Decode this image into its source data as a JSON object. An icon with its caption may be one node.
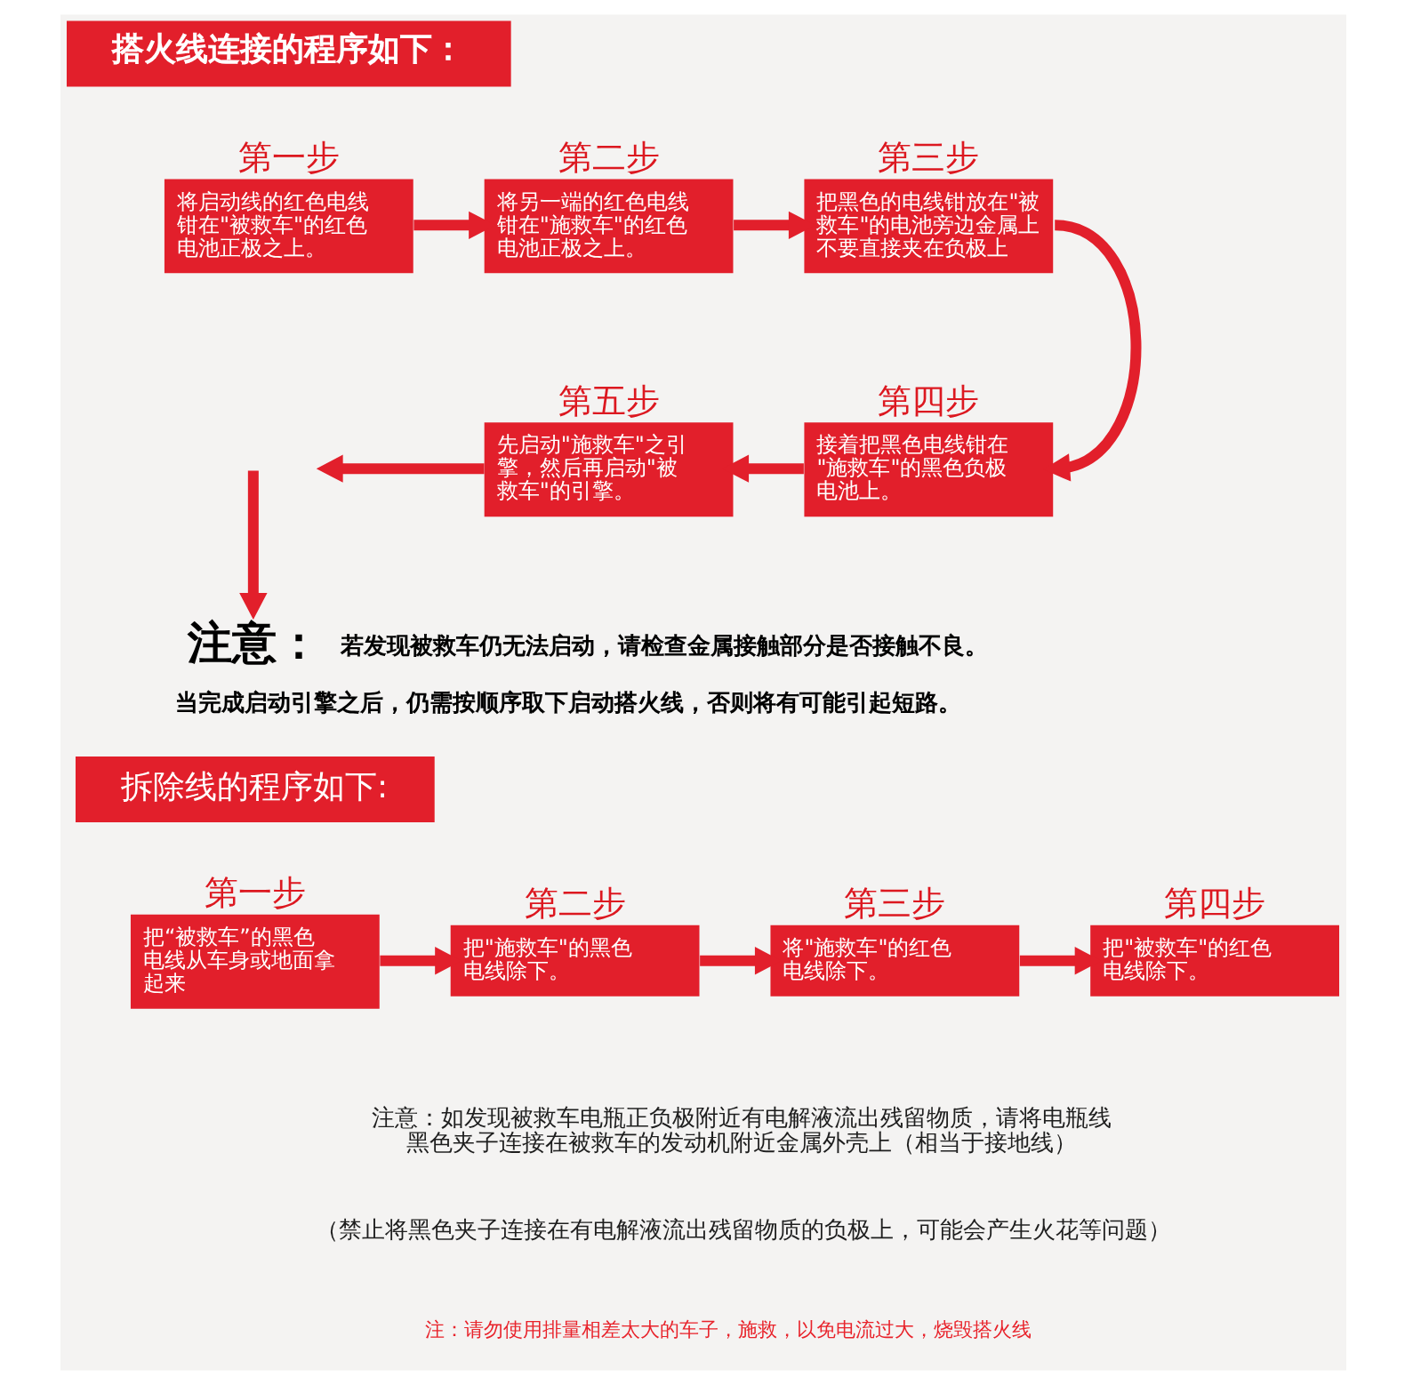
{
  "diagram": {
    "nodes": [
      {
        "text": [
          "搭火线连接的程序如下："
        ]
      },
      {
        "text": [
          "第一步",
          "将启动线的红色电线钳在\"被救车\"的红色电池正极之上。"
        ]
      },
      {
        "text": [
          "第二步",
          "将另一端的红色电线钳在\"施救车\"的红色电池正极之上。"
        ]
      },
      {
        "text": [
          "第三步",
          "把黑色的电线钳放在\"被救车\"的电池旁边金属上不要直接夹在负极上"
        ]
      },
      {
        "text": [
          "第四步",
          "接着把黑色电线钳在\"施救车\"的黑色负极电池上。"
        ]
      },
      {
        "text": [
          "第五步",
          "先启动\"施救车\"之引擎，然后再启动\"被救车\"的引擎。"
        ]
      },
      {
        "text": [
          "注意：",
          "若发现被救车仍无法启动，请检查金属接触部分是否接触不良。",
          "当完成启动引擎之后，仍需按顺序取下启动搭火线，否则将有可能引起短路。"
        ]
      },
      {
        "text": [
          "拆除线的程序如下:"
        ]
      },
      {
        "text": [
          "第一步",
          "把“被救车”的黑色电线从车身或地面拿起来"
        ]
      },
      {
        "text": [
          "第二步",
          "把\"施救车\"的黑色电线除下。"
        ]
      },
      {
        "text": [
          "第三步",
          "将\"施救车\"的红色电线除下。"
        ]
      },
      {
        "text": [
          "第四步",
          "把\"被救车\"的红色电线除下。"
        ]
      }
    ],
    "edges": [
      {
        "from": 1,
        "to": 2,
        "arrow": "to"
      },
      {
        "from": 2,
        "to": 3,
        "arrow": "to"
      },
      {
        "from": 3,
        "to": 4,
        "arrow": "to"
      },
      {
        "from": 4,
        "to": 5,
        "arrow": "to"
      },
      {
        "from": 5,
        "to": null,
        "arrow": "to"
      },
      {
        "from": null,
        "to": 6,
        "arrow": "to"
      },
      {
        "from": 8,
        "to": 9,
        "arrow": "to"
      },
      {
        "from": 9,
        "to": 10,
        "arrow": "to"
      },
      {
        "from": 10,
        "to": 11,
        "arrow": "to"
      }
    ],
    "labels": [
      "注意：如发现被救车电瓶正负极附近有电解液流出残留物质，请将电瓶线黑色夹子连接在被救车的发动机附近金属外壳上（相当于接地线）",
      "（禁止将黑色夹子连接在有电解液流出残留物质的负极上，可能会产生火花等问题）",
      "注：请勿使用排量相差太大的车子，施救，以免电流过大，烧毁搭火线"
    ]
  }
}
